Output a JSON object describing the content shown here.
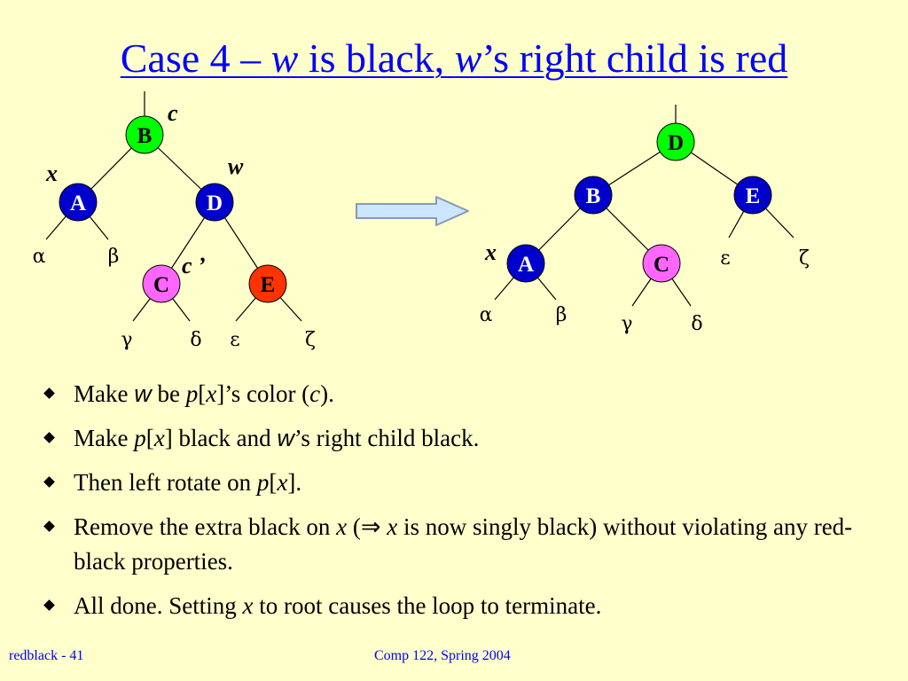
{
  "slide": {
    "title": {
      "t1": "Case 4 – ",
      "w1": "w",
      "t2": " is black, ",
      "w2": "w",
      "t3": "’s right child is red"
    },
    "footer_left": "redblack - 41",
    "footer_center": "Comp 122, Spring 2004"
  },
  "colors": {
    "title": "#0000ff",
    "black_node": "#0000cc",
    "red_node": "#ff3300",
    "red_node_light": "#ff66ff",
    "colored_node": "#00ff00",
    "arrow_fill": "#cce6ff",
    "arrow_stroke": "#8899bb"
  },
  "diagram": {
    "before": {
      "nodes": {
        "B": "B",
        "A": "A",
        "D": "D",
        "C": "C",
        "E": "E"
      },
      "labels": {
        "c": "c",
        "x": "x",
        "w": "w",
        "c_prime": "c ’"
      },
      "leaves": {
        "alpha": "α",
        "beta": "β",
        "gamma": "γ",
        "delta": "δ",
        "epsilon": "ε",
        "zeta": "ζ"
      }
    },
    "after": {
      "nodes": {
        "D": "D",
        "B": "B",
        "E": "E",
        "A": "A",
        "C": "C"
      },
      "labels": {
        "x": "x"
      },
      "leaves": {
        "alpha": "α",
        "beta": "β",
        "gamma": "γ",
        "delta": "δ",
        "epsilon": "ε",
        "zeta": "ζ"
      }
    }
  },
  "bullets": {
    "b1": {
      "t1": "Make ",
      "w": "w",
      "t2": " be ",
      "p": "p",
      "t3": "[",
      "x": "x",
      "t4": "]’s color (",
      "c": "c",
      "t5": ")."
    },
    "b2": {
      "t1": "Make ",
      "p": "p",
      "t2": "[",
      "x": "x",
      "t3": "] black and ",
      "w": "w",
      "t4": "’s right child black."
    },
    "b3": {
      "t1": "Then left rotate on ",
      "p": "p",
      "t2": "[",
      "x": "x",
      "t3": "]."
    },
    "b4": {
      "t1": "Remove the extra black on ",
      "x1": "x",
      "t2": " (",
      "implies": "⇒",
      "t3": " ",
      "x2": "x",
      "t4": " is now singly black) without violating any red-black properties."
    },
    "b5": {
      "t1": "All done. Setting ",
      "x": "x",
      "t2": " to root causes the loop to terminate."
    }
  }
}
